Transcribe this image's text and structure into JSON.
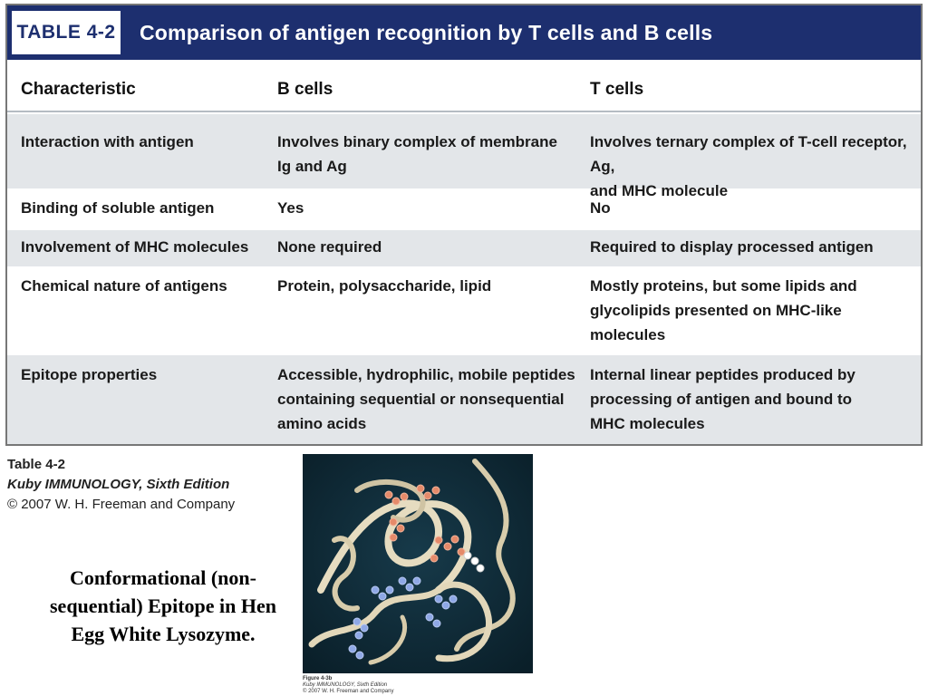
{
  "table": {
    "tag": "TABLE 4-2",
    "title": "Comparison of antigen recognition by T cells and B cells",
    "headers": [
      "Characteristic",
      "B cells",
      "T cells"
    ],
    "rows": [
      [
        "Interaction with antigen",
        "Involves binary complex of membrane\nIg and Ag",
        "Involves ternary complex of T-cell receptor, Ag,\nand MHC molecule"
      ],
      [
        "Binding of soluble antigen",
        "Yes",
        "No"
      ],
      [
        "Involvement of MHC molecules",
        "None required",
        "Required to display processed antigen"
      ],
      [
        "Chemical nature of antigens",
        "Protein, polysaccharide, lipid",
        "Mostly proteins, but some lipids and\nglycolipids presented on MHC-like\nmolecules"
      ],
      [
        "Epitope properties",
        "Accessible, hydrophilic, mobile peptides\ncontaining sequential or nonsequential\namino acids",
        "Internal linear peptides produced by\nprocessing of antigen and bound to\nMHC molecules"
      ]
    ]
  },
  "caption": {
    "line1": "Table 4-2",
    "line2": "Kuby IMMUNOLOGY, Sixth Edition",
    "line3": "© 2007 W. H. Freeman and Company"
  },
  "epitope_text": "Conformational (non-sequential) Epitope in Hen Egg White Lysozyme.",
  "figure_caption": {
    "line1": "Figure 4-3b",
    "line2": "Kuby IMMUNOLOGY, Sixth Edition",
    "line3": "© 2007 W. H. Freeman and Company"
  },
  "colors": {
    "title_bar": "#1d2f6f",
    "row_shade": "#e3e6e9",
    "figure_bg": "#0f2a36",
    "ribbon": "#e6dcc0",
    "epitope_residues": "#e58a6a",
    "other_residues": "#8fa8e6"
  }
}
